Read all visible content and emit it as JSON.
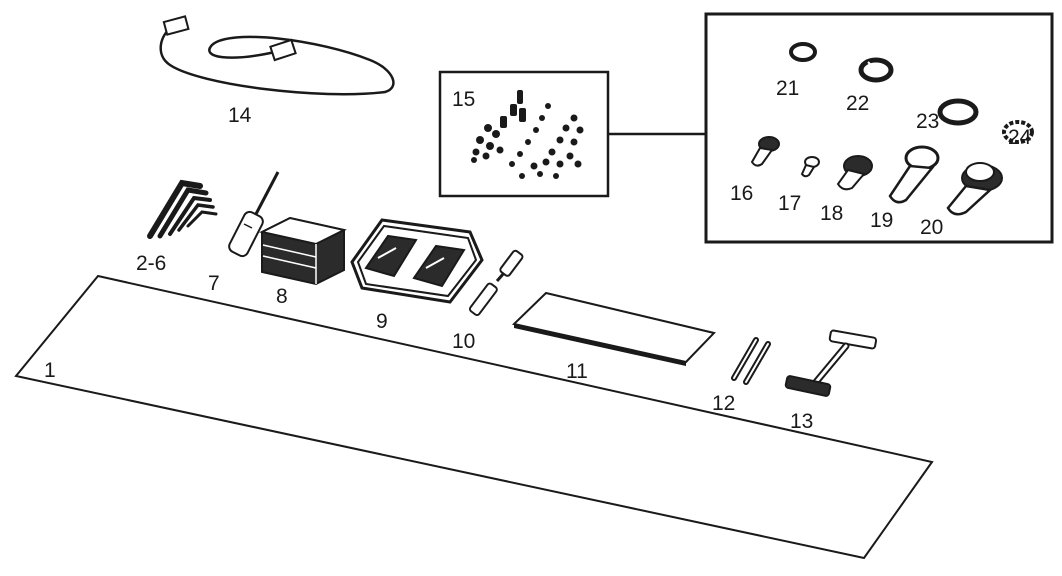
{
  "diagram": {
    "labels": {
      "p1": "1",
      "p2_6": "2-6",
      "p7": "7",
      "p8": "8",
      "p9": "9",
      "p10": "10",
      "p11": "11",
      "p12": "12",
      "p13": "13",
      "p14": "14",
      "p15": "15",
      "p16": "16",
      "p17": "17",
      "p18": "18",
      "p19": "19",
      "p20": "20",
      "p21": "21",
      "p22": "22",
      "p23": "23",
      "p24": "24"
    },
    "colors": {
      "ink": "#1a1a1a",
      "paper": "#ffffff",
      "fill": "#2b2b2b",
      "grey": "#d9d9d9"
    }
  }
}
